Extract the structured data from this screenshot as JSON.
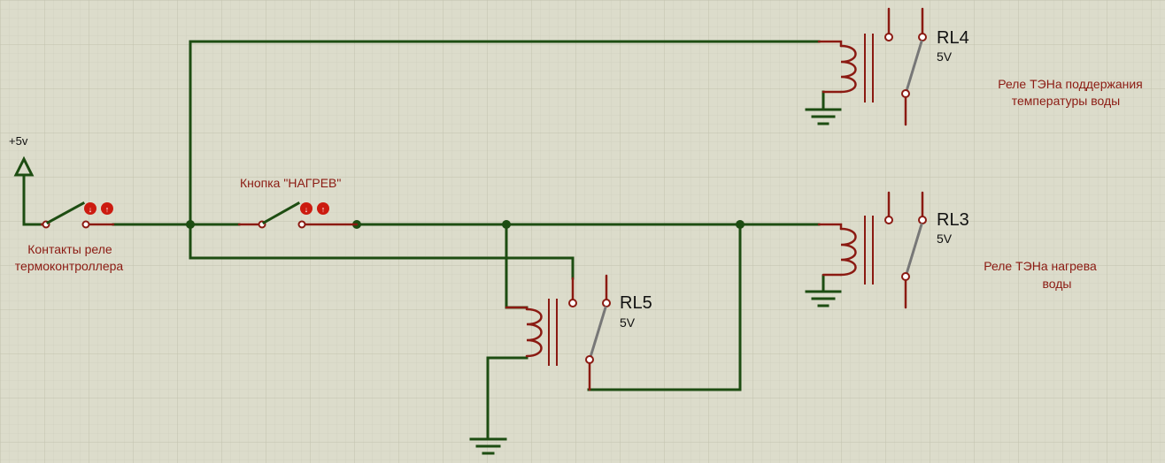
{
  "supply": {
    "label": "+5v"
  },
  "switches": {
    "thermostat_contacts": {
      "label_line1": "Контакты реле",
      "label_line2": "термоконтроллера"
    },
    "heat_button": {
      "label": "Кнопка \"НАГРЕВ\""
    }
  },
  "relays": {
    "rl4": {
      "ref": "RL4",
      "value": "5V",
      "note_line1": "Реле ТЭНа поддержания",
      "note_line2": "температуры воды"
    },
    "rl3": {
      "ref": "RL3",
      "value": "5V",
      "note_line1": "Реле ТЭНа нагрева",
      "note_line2": "воды"
    },
    "rl5": {
      "ref": "RL5",
      "value": "5V"
    }
  },
  "colors": {
    "background": "#dcdccb",
    "grid": "#c6c6b3",
    "wire": "#1d4d12",
    "component": "#8b1a12",
    "text_red": "#8b1a12",
    "text_dark": "#111111"
  }
}
